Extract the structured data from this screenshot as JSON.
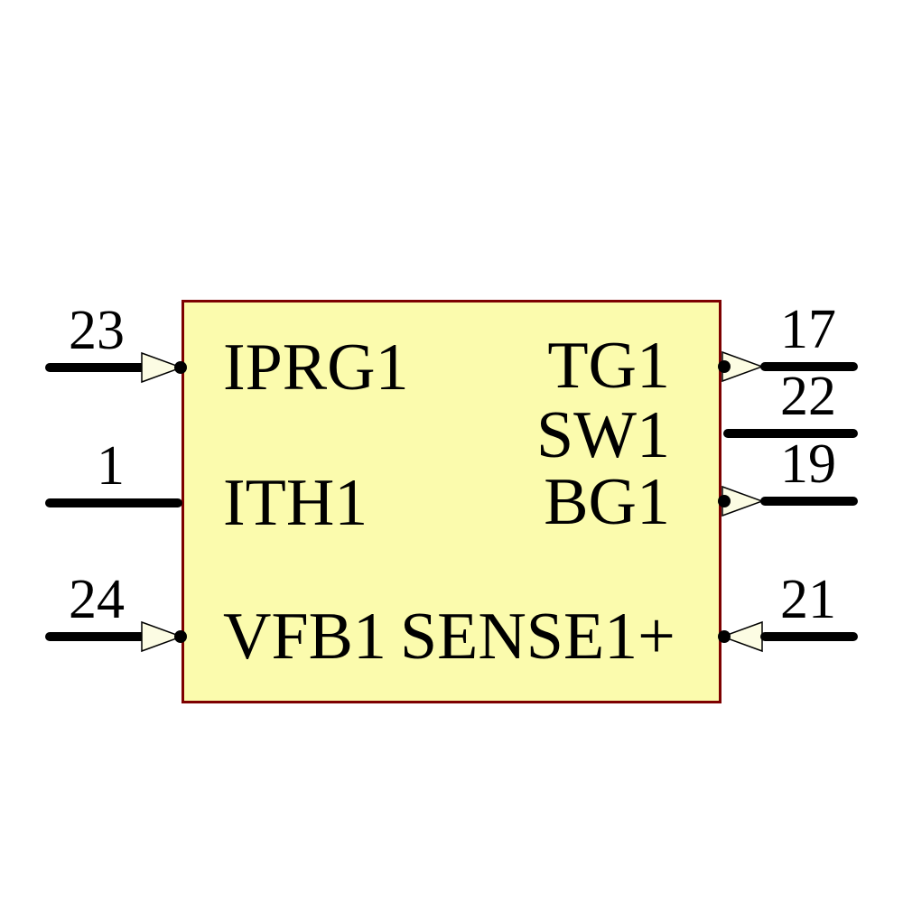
{
  "diagram": {
    "kind": "schematic-component-symbol",
    "colors": {
      "body_fill": "#FBFBAD",
      "body_border": "#7D0000",
      "pin_line": "#000000",
      "arrow_fill": "#FCFCE3",
      "text": "#000000",
      "background": "#FFFFFF"
    },
    "pins": {
      "left": [
        {
          "number": "23",
          "label": "IPRG1",
          "style": "input-arrow"
        },
        {
          "number": "1",
          "label": "ITH1",
          "style": "plain"
        },
        {
          "number": "24",
          "label": "VFB1",
          "style": "input-arrow"
        }
      ],
      "right": [
        {
          "number": "17",
          "label": "TG1",
          "style": "output-arrow"
        },
        {
          "number": "22",
          "label": "SW1",
          "style": "plain"
        },
        {
          "number": "19",
          "label": "BG1",
          "style": "output-arrow"
        },
        {
          "number": "21",
          "label": "SENSE1+",
          "style": "input-arrow"
        }
      ]
    }
  }
}
